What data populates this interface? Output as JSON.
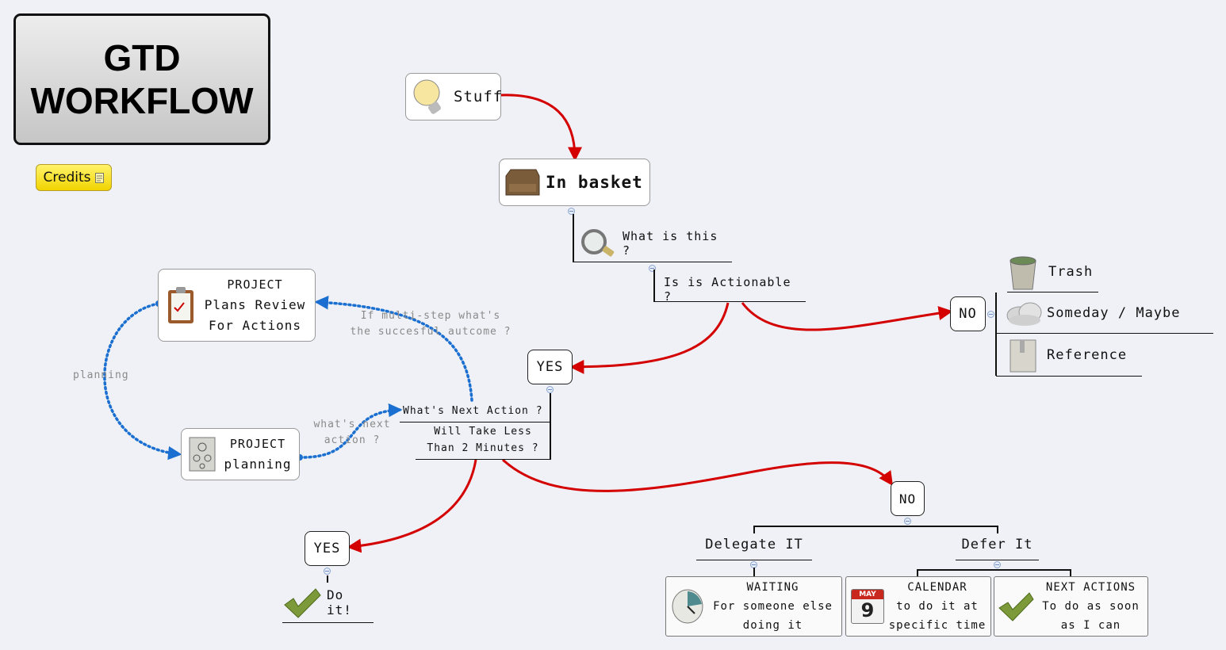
{
  "title": {
    "line1": "GTD",
    "line2": "WORKFLOW"
  },
  "credits": {
    "label": "Credits",
    "icon": "note-icon"
  },
  "nodes": {
    "stuff": {
      "label": "Stuff",
      "icon": "lightbulb-icon"
    },
    "in_basket": {
      "label": "In basket",
      "icon": "inbox-tray-icon"
    },
    "what_is_this": {
      "label": "What is this ?",
      "icon": "magnifier-icon"
    },
    "is_actionable": {
      "label": "Is is Actionable ?"
    },
    "no_1": {
      "label": "NO"
    },
    "trash": {
      "label": "Trash",
      "icon": "trash-can-icon"
    },
    "someday": {
      "label": "Someday / Maybe",
      "icon": "cloud-icon"
    },
    "reference": {
      "label": "Reference",
      "icon": "filing-icon"
    },
    "yes_1": {
      "label": "YES"
    },
    "next_action": {
      "label": "What's Next Action ?"
    },
    "two_minutes": {
      "line1": "Will Take Less",
      "line2": "Than 2 Minutes ?"
    },
    "yes_2": {
      "label": "YES"
    },
    "do_it": {
      "label": "Do it!",
      "icon": "checkmark-icon"
    },
    "no_2": {
      "label": "NO"
    },
    "delegate": {
      "label": "Delegate IT"
    },
    "defer": {
      "label": "Defer It"
    },
    "waiting": {
      "line1": "WAITING",
      "line2": "For someone else",
      "line3": "doing it",
      "icon": "clock-icon"
    },
    "calendar": {
      "line1": "CALENDAR",
      "line2": "to do it at",
      "line3": "specific time",
      "icon": "calendar-icon",
      "icon_month": "MAY",
      "icon_day": "9"
    },
    "next_actions": {
      "line1": "NEXT ACTIONS",
      "line2": "To do as soon",
      "line3": "as I can",
      "icon": "checkmark-icon"
    },
    "project_review": {
      "line1": "PROJECT",
      "line2": "Plans Review",
      "line3": "For Actions",
      "icon": "clipboard-icon"
    },
    "project_planning": {
      "line1": "PROJECT",
      "line2": "planning",
      "icon": "plan-document-icon"
    }
  },
  "relationship_labels": {
    "planning": "planning",
    "multi_step_1": "If multi-step what's",
    "multi_step_2": "the succesful autcome ?",
    "whats_next_1": "what's next",
    "whats_next_2": "action ?"
  },
  "colors": {
    "flow_arrow": "#d40000",
    "relationship": "#1a6fd0",
    "title_bg": "#d8d8d8",
    "credits_bg": "#f5dc10",
    "canvas": "#eff1f6"
  }
}
